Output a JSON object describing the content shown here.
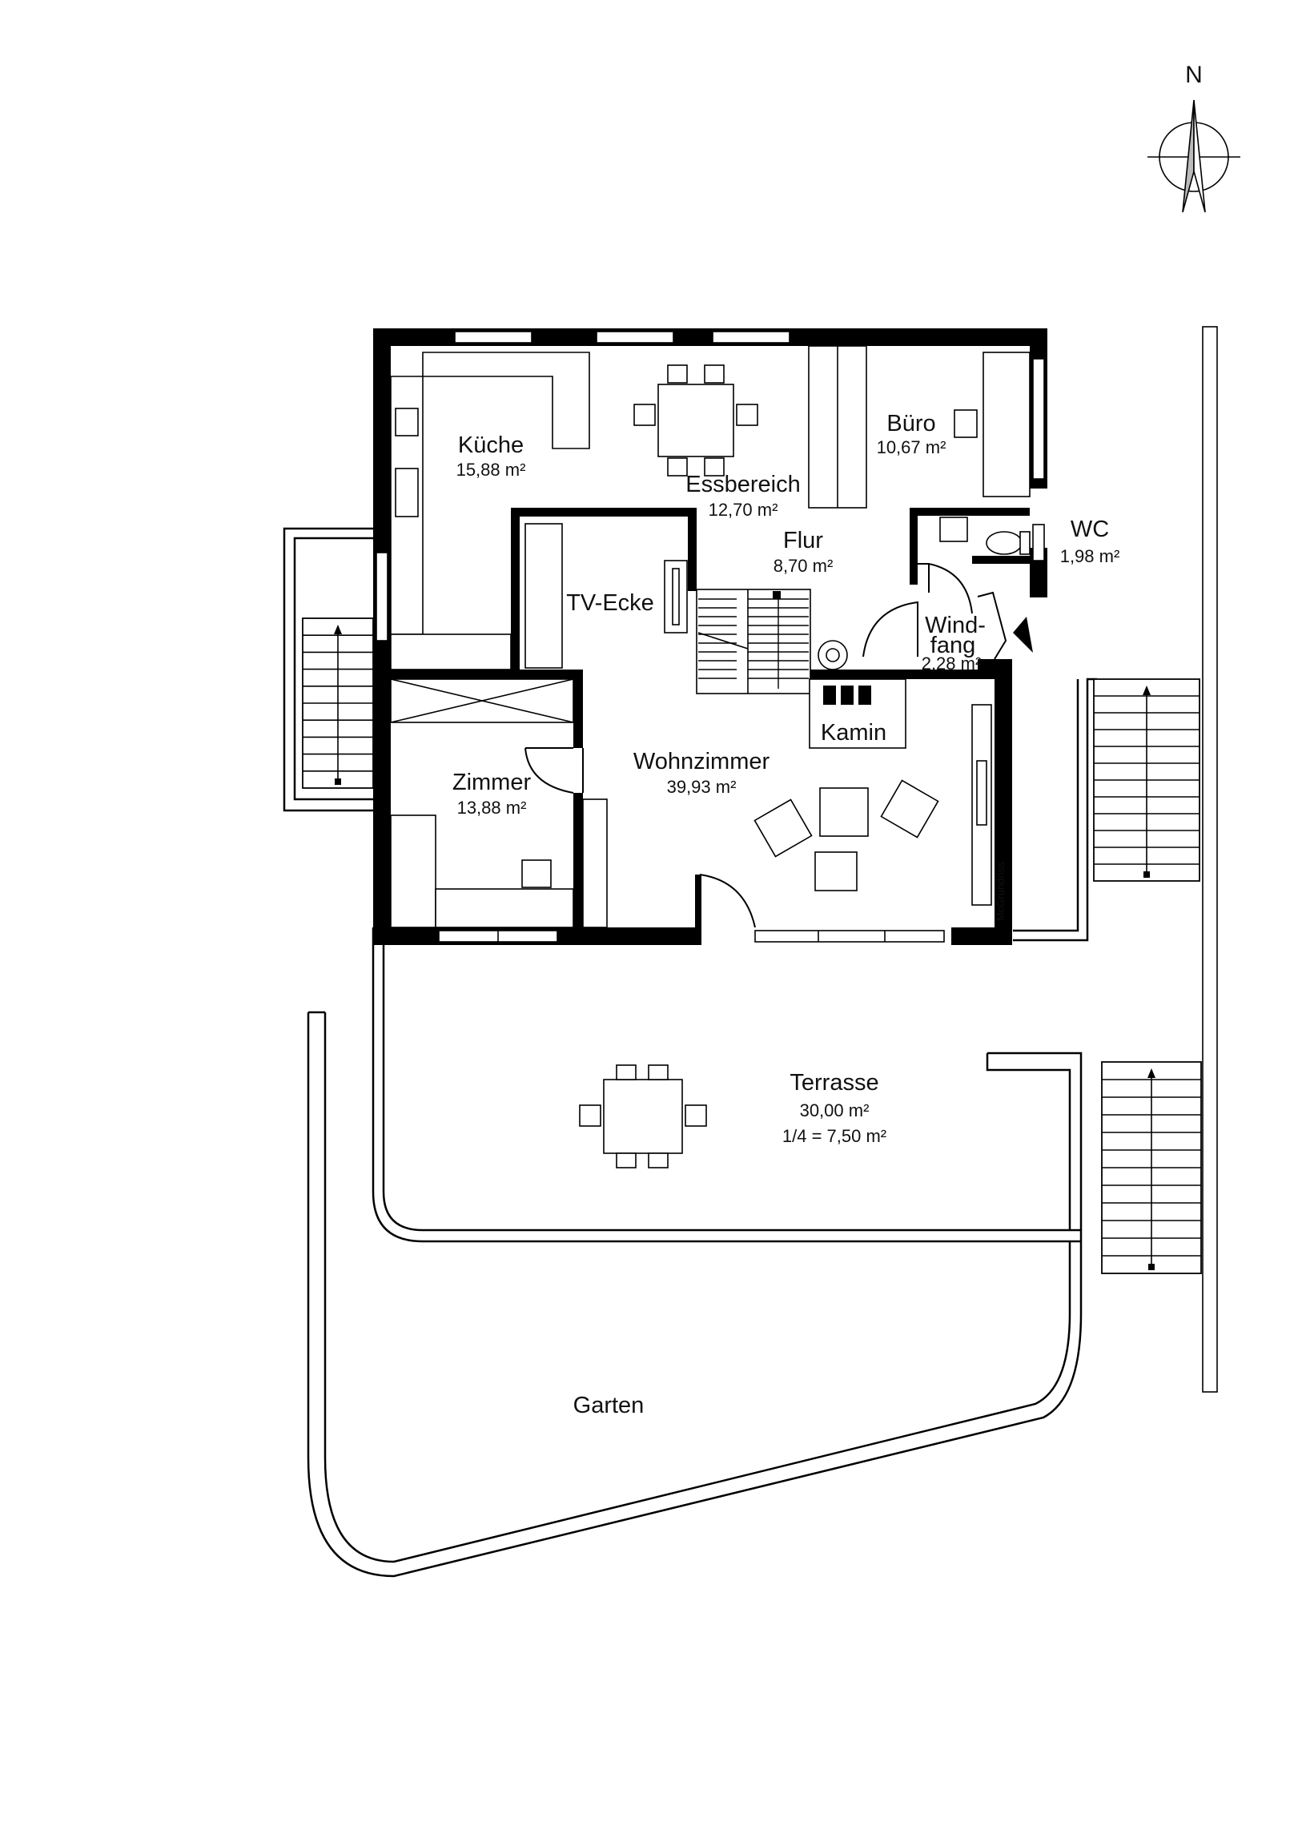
{
  "compass": {
    "label": "N"
  },
  "rooms": [
    {
      "id": "kueche",
      "name": "Küche",
      "area": "15,88 m²"
    },
    {
      "id": "essbereich",
      "name": "Essbereich",
      "area": "12,70 m²"
    },
    {
      "id": "buero",
      "name": "Büro",
      "area": "10,67 m²"
    },
    {
      "id": "flur",
      "name": "Flur",
      "area": "8,70 m²"
    },
    {
      "id": "wc",
      "name": "WC",
      "area": "1,98 m²"
    },
    {
      "id": "tv-ecke",
      "name": "TV-Ecke",
      "area": ""
    },
    {
      "id": "windfang",
      "name_line1": "Wind-",
      "name_line2": "fang",
      "area": "2,28 m²"
    },
    {
      "id": "kamin",
      "name": "Kamin",
      "area": ""
    },
    {
      "id": "wohnzimmer",
      "name": "Wohnzimmer",
      "area": "39,93 m²"
    },
    {
      "id": "zimmer",
      "name": "Zimmer",
      "area": "13,88 m²"
    },
    {
      "id": "terrasse",
      "name": "Terrasse",
      "area": "30,00 m²",
      "area2": "1/4 = 7,50 m²"
    },
    {
      "id": "garten",
      "name": "Garten",
      "area": ""
    }
  ],
  "watermark": "McGrundriss"
}
